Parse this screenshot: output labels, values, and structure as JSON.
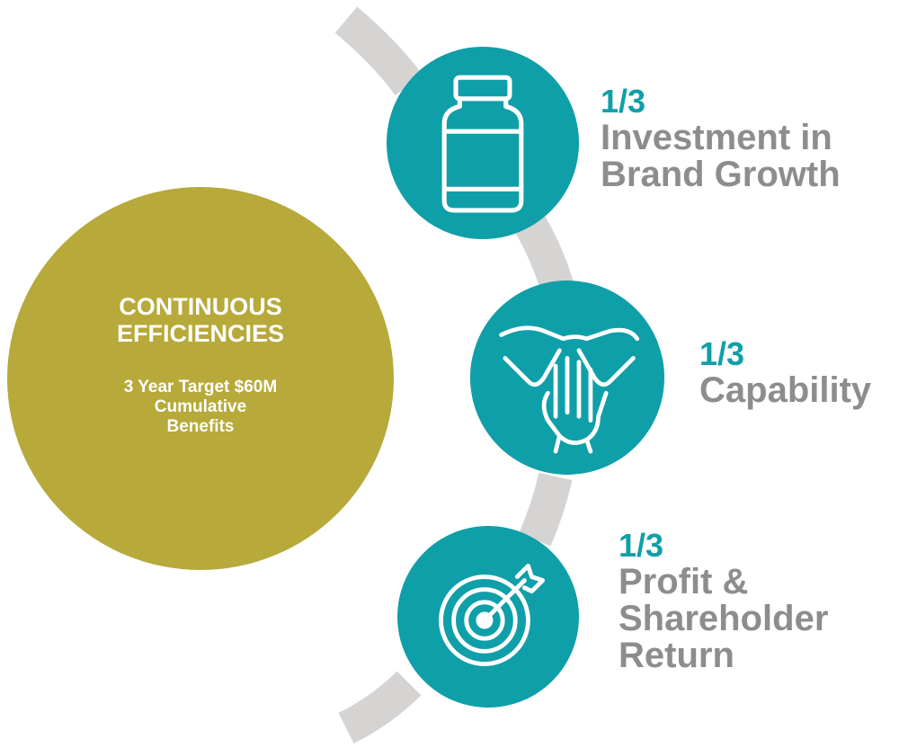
{
  "center": {
    "title": "CONTINUOUS\nEFFICIENCIES",
    "target": "3 Year Target $60M\nCumulative\nBenefits"
  },
  "branches": [
    {
      "fraction": "1/3",
      "label": "Investment in\nBrand Growth",
      "icon": "jar-icon"
    },
    {
      "fraction": "1/3",
      "label": "Capability",
      "icon": "stacked-hands-icon"
    },
    {
      "fraction": "1/3",
      "label": "Profit &\nShareholder\nReturn",
      "icon": "target-arrow-icon"
    }
  ],
  "colors": {
    "hub": "#B7A93A",
    "node": "#0F9FA8",
    "arc": "#D6D3D3",
    "label_text": "#8D8D8D",
    "fraction_text": "#0F9FA8"
  }
}
